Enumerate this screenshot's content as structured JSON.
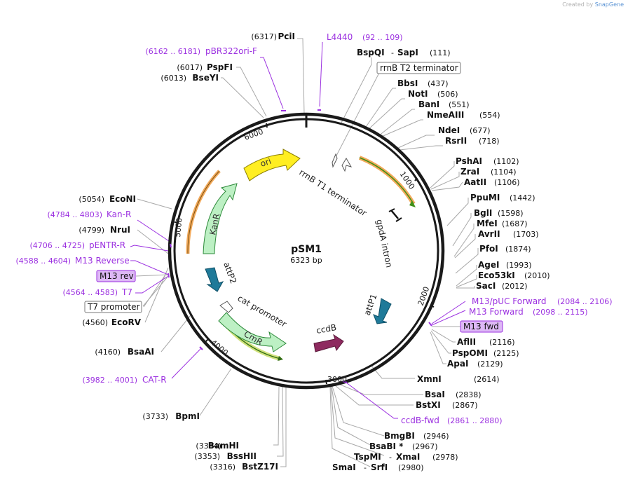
{
  "credit": {
    "prefix": "Created by",
    "brand": "SnapGene"
  },
  "plasmid": {
    "name": "pSM1",
    "size": "6323 bp"
  },
  "ticks": [
    {
      "label": "1000"
    },
    {
      "label": "2000"
    },
    {
      "label": "3000"
    },
    {
      "label": "4000"
    },
    {
      "label": "5000"
    },
    {
      "label": "6000"
    }
  ],
  "features": [
    {
      "name": "ori",
      "color": "#ffee22"
    },
    {
      "name": "KanR",
      "color": "#bdf0c4"
    },
    {
      "name": "CmR",
      "color": "#bdf0c4"
    },
    {
      "name": "ccdB",
      "color": "#8e2a5f"
    },
    {
      "name": "attP1",
      "color": "#1f7a99"
    },
    {
      "name": "attP2",
      "color": "#1f7a99"
    },
    {
      "name": "gpdA intron"
    },
    {
      "name": "rrnB T1 terminator"
    },
    {
      "name": "cat promoter"
    }
  ],
  "site_labels": [
    {
      "pos": "(6317)",
      "name": "PciI"
    },
    {
      "pos": "(6017)",
      "name": "PspFI"
    },
    {
      "pos": "(6013)",
      "name": "BseYI"
    },
    {
      "pos": "(5054)",
      "name": "EcoNI"
    },
    {
      "pos": "(4799)",
      "name": "NruI"
    },
    {
      "pos": "(4560)",
      "name": "EcoRV"
    },
    {
      "pos": "(4160)",
      "name": "BsaAI"
    },
    {
      "pos": "(3733)",
      "name": "BpmI"
    },
    {
      "pos": "(3394)",
      "name": "BamHI"
    },
    {
      "pos": "(3353)",
      "name": "BssHII"
    },
    {
      "pos": "(3316)",
      "name": "BstZ17I"
    },
    {
      "name": "BspQI",
      "name2": "SapI",
      "pos": "(111)"
    },
    {
      "name": "BbsI",
      "pos": "(437)"
    },
    {
      "name": "NotI",
      "pos": "(506)"
    },
    {
      "name": "BanI",
      "pos": "(551)"
    },
    {
      "name": "NmeAIII",
      "pos": "(554)"
    },
    {
      "name": "NdeI",
      "pos": "(677)"
    },
    {
      "name": "RsrII",
      "pos": "(718)"
    },
    {
      "name": "PshAI",
      "pos": "(1102)"
    },
    {
      "name": "ZraI",
      "pos": "(1104)"
    },
    {
      "name": "AatII",
      "pos": "(1106)"
    },
    {
      "name": "PpuMI",
      "pos": "(1442)"
    },
    {
      "name": "BglI",
      "pos": "(1598)"
    },
    {
      "name": "MfeI",
      "pos": "(1687)"
    },
    {
      "name": "AvrII",
      "pos": "(1703)"
    },
    {
      "name": "PfoI",
      "pos": "(1874)"
    },
    {
      "name": "AgeI",
      "pos": "(1993)"
    },
    {
      "name": "Eco53kI",
      "pos": "(2010)"
    },
    {
      "name": "SacI",
      "pos": "(2012)"
    },
    {
      "name": "AflII",
      "pos": "(2116)"
    },
    {
      "name": "PspOMI",
      "pos": "(2125)"
    },
    {
      "name": "ApaI",
      "pos": "(2129)"
    },
    {
      "name": "XmnI",
      "pos": "(2614)"
    },
    {
      "name": "BsaI",
      "pos": "(2838)"
    },
    {
      "name": "BstXI",
      "pos": "(2867)"
    },
    {
      "name": "BmgBI",
      "pos": "(2946)"
    },
    {
      "name": "BsaBI *",
      "pos": "(2967)"
    },
    {
      "name": "TspMI",
      "name2": "XmaI",
      "pos": "(2978)"
    },
    {
      "name": "SmaI",
      "name2": "SrfI",
      "pos": "(2980)"
    }
  ],
  "primer_labels": [
    {
      "name": "L4440",
      "pos": "(92 .. 109)"
    },
    {
      "name": "pBR322ori-F",
      "pos": "(6162 .. 6181)"
    },
    {
      "name": "Kan-R",
      "pos": "(4784 .. 4803)"
    },
    {
      "name": "pENTR-R",
      "pos": "(4706 .. 4725)"
    },
    {
      "name": "M13 Reverse",
      "pos": "(4588 .. 4604)"
    },
    {
      "name": "T7",
      "pos": "(4564 .. 4583)"
    },
    {
      "name": "CAT-R",
      "pos": "(3982 .. 4001)"
    },
    {
      "name": "M13/pUC Forward",
      "pos": "(2084 .. 2106)"
    },
    {
      "name": "M13 Forward",
      "pos": "(2098 .. 2115)"
    },
    {
      "name": "ccdB-fwd",
      "pos": "(2861 .. 2880)"
    }
  ],
  "boxed_labels": [
    {
      "name": "rrnB T2 terminator"
    },
    {
      "name": "M13 rev"
    },
    {
      "name": "T7 promoter"
    },
    {
      "name": "M13 fwd"
    }
  ]
}
